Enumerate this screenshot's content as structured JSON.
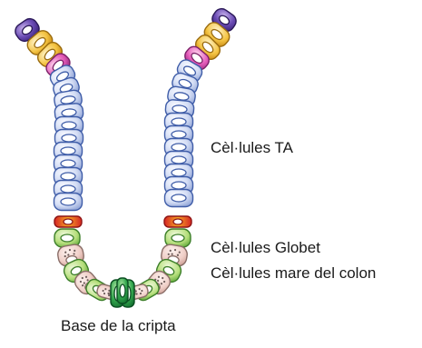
{
  "labels": {
    "ta": "Cèl·lules TA",
    "globet": "Cèl·lules Globet",
    "stem": "Cèl·lules mare del colon",
    "base": "Base de la cripta"
  }
}
